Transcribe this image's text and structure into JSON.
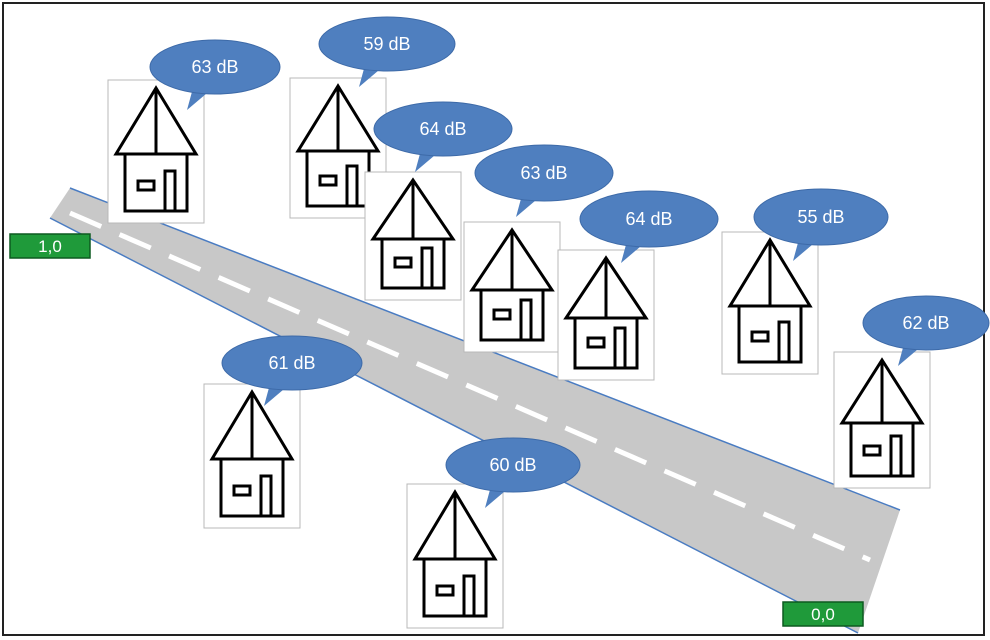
{
  "markers": {
    "start": "1,0",
    "end": "0,0"
  },
  "houses": [
    {
      "label": "63 dB"
    },
    {
      "label": "59 dB"
    },
    {
      "label": "64 dB"
    },
    {
      "label": "63 dB"
    },
    {
      "label": "64 dB"
    },
    {
      "label": "55 dB"
    },
    {
      "label": "62 dB"
    },
    {
      "label": "61 dB"
    },
    {
      "label": "60 dB"
    }
  ],
  "colors": {
    "road": "#c8c8c8",
    "road_edge": "#4a7cc2",
    "bubble": "#4f7fbf",
    "marker": "#1f9a3a"
  }
}
